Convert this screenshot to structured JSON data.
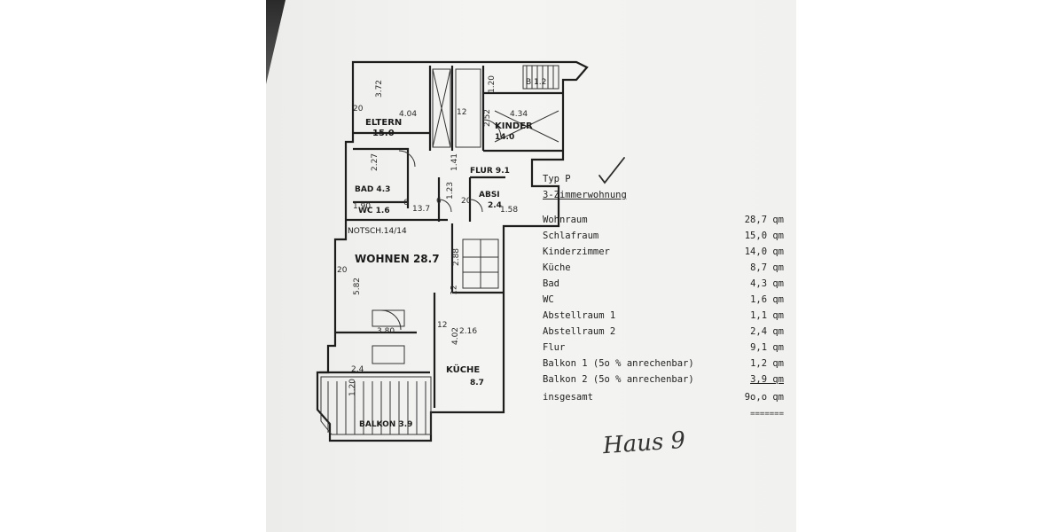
{
  "floorplan": {
    "rooms": [
      {
        "key": "eltern",
        "label": "ELTERN",
        "area": "15.0"
      },
      {
        "key": "kinder",
        "label": "KINDER",
        "area": "14.0"
      },
      {
        "key": "flur",
        "label": "FLUR 9.1"
      },
      {
        "key": "bad",
        "label": "BAD 4.3"
      },
      {
        "key": "absi",
        "label": "ABSI",
        "area": "2.4"
      },
      {
        "key": "wc",
        "label": "WC 1.6"
      },
      {
        "key": "notsch",
        "label": "NOTSCH.14/14"
      },
      {
        "key": "wohnen",
        "label": "WOHNEN 28.7"
      },
      {
        "key": "kueche",
        "label": "KÜCHE",
        "area": "8.7"
      },
      {
        "key": "balkon",
        "label": "BALKON 3.9"
      },
      {
        "key": "balkon1",
        "label": "B 1.2"
      }
    ],
    "dimensions": [
      "3.72",
      "4.04",
      "20",
      "12",
      "1.20",
      "4.34",
      "2.52",
      "1.41",
      "1.23",
      "2.27",
      "6",
      "13.7",
      "6",
      "20",
      "1.58",
      "1.90",
      "20",
      "5.82",
      "2.88",
      "12",
      "3.80",
      "4.02",
      "2.16",
      "12",
      "1.20",
      "2.4"
    ]
  },
  "spec": {
    "type_label": "Typ P",
    "title": "3-Zimmerwohnung",
    "items": [
      {
        "label": "Wohnraum",
        "value": "28,7 qm"
      },
      {
        "label": "Schlafraum",
        "value": "15,0 qm"
      },
      {
        "label": "Kinderzimmer",
        "value": "14,0 qm"
      },
      {
        "label": "Küche",
        "value": "8,7 qm"
      },
      {
        "label": "Bad",
        "value": "4,3 qm"
      },
      {
        "label": "WC",
        "value": "1,6 qm"
      },
      {
        "label": "Abstellraum 1",
        "value": "1,1 qm"
      },
      {
        "label": "Abstellraum 2",
        "value": "2,4 qm"
      },
      {
        "label": "Flur",
        "value": "9,1 qm"
      },
      {
        "label": "Balkon 1 (5o % anrechenbar)",
        "value": "1,2 qm"
      },
      {
        "label": "Balkon 2 (5o % anrechenbar)",
        "value": "3,9 qm"
      },
      {
        "label": "insgesamt",
        "value": "9o,o qm"
      }
    ],
    "double_rule": "======="
  },
  "handwriting": {
    "note": "Haus 9"
  }
}
